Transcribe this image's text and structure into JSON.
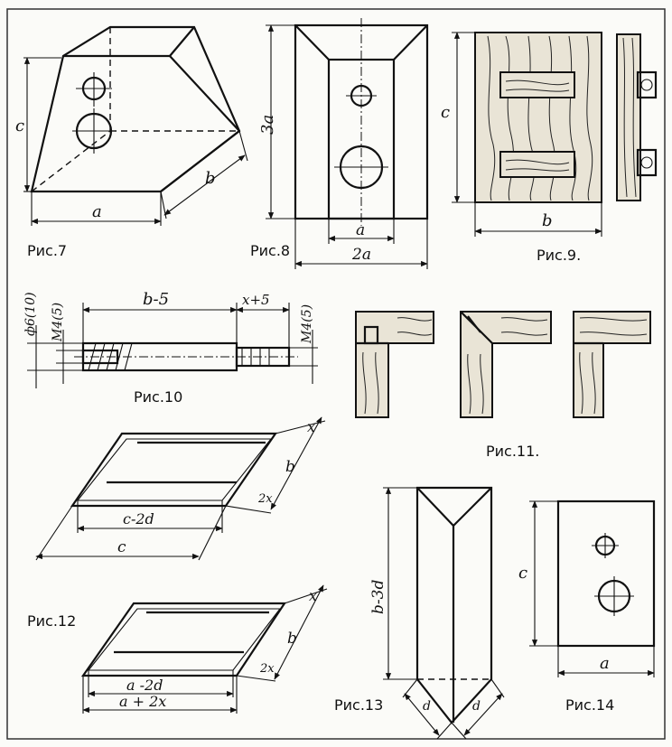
{
  "figures": {
    "fig7": {
      "caption": "Рис.7",
      "dims": {
        "a": "a",
        "b": "b",
        "c": "c"
      }
    },
    "fig8": {
      "caption": "Рис.8",
      "dims": {
        "height": "3a",
        "inner": "a",
        "outer": "2a"
      }
    },
    "fig9": {
      "caption": "Рис.9.",
      "dims": {
        "c": "c",
        "b": "b"
      }
    },
    "fig10": {
      "caption": "Рис.10",
      "dims": {
        "d1": "ф6(10)",
        "d2": "М4(5)",
        "len": "b-5",
        "tail": "x+5",
        "d3": "М4(5)"
      }
    },
    "fig11": {
      "caption": "Рис.11."
    },
    "fig12": {
      "caption": "Рис.12",
      "top": {
        "x": "x",
        "b": "b",
        "gap": "2x",
        "inner": "c-2d",
        "outer": "c"
      },
      "bottom": {
        "x": "x",
        "b": "b",
        "gap": "2x",
        "inner": "a -2d",
        "outer": "a + 2x"
      }
    },
    "fig13": {
      "caption": "Рис.13",
      "dims": {
        "height": "b-3d",
        "left": "d",
        "right": "d"
      }
    },
    "fig14": {
      "caption": "Рис.14",
      "dims": {
        "c": "c",
        "a": "a"
      }
    }
  }
}
